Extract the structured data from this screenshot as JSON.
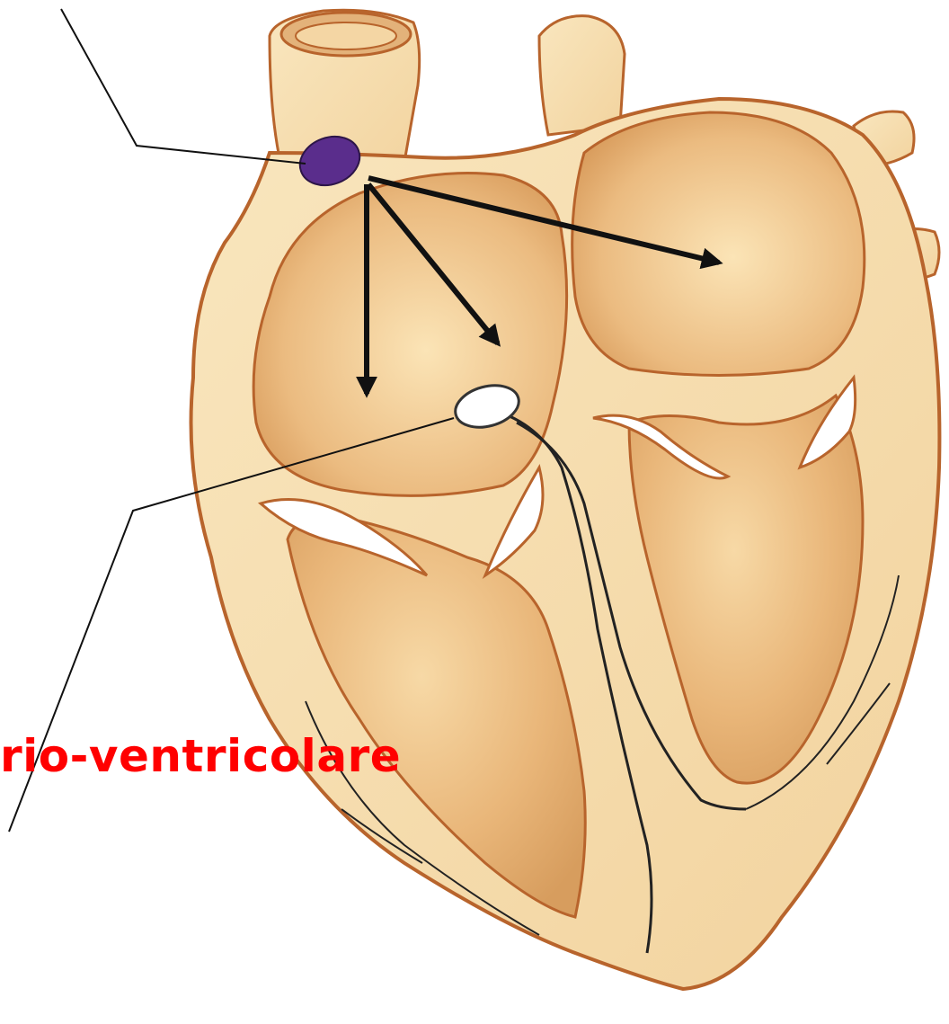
{
  "labels": {
    "av_node_label": "rio-ventricolare"
  },
  "colors": {
    "label": "#ff0000",
    "tissue": "#f6deb0",
    "tissue_dark": "#d9a869",
    "outline": "#b8642c",
    "chamber": "#e8b878",
    "sa_node": "#5a2d8c",
    "av_node": "#ffffff"
  },
  "icons": {
    "sa_node": "sinoatrial-node-marker",
    "av_node": "atrioventricular-node-marker"
  }
}
